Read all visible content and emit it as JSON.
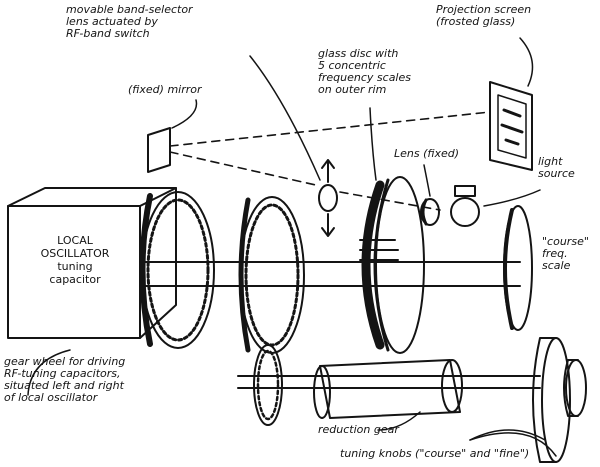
{
  "labels": {
    "band_selector": "movable band-selector\nlens actuated by\nRF-band switch",
    "projection_screen": "Projection screen\n(frosted glass)",
    "glass_disc": "glass disc with\n5 concentric\nfrequency scales\non outer rim",
    "mirror": "(fixed) mirror",
    "lens_fixed": "Lens (fixed)",
    "light_source": "light\nsource",
    "course_scale": "\"course\"\nfreq.\nscale",
    "local_oscillator": "LOCAL\nOSCILLATOR\ntuning\ncapacitor",
    "gear_wheel": "gear wheel for driving\nRF-tuning capacitors,\nsituated left and right\nof local oscillator",
    "reduction_gear": "reduction gear",
    "tuning_knobs": "tuning knobs (\"course\" and \"fine\")"
  },
  "colors": {
    "ink": "#141414",
    "paper": "#ffffff",
    "shade": "#2a2a2a"
  }
}
